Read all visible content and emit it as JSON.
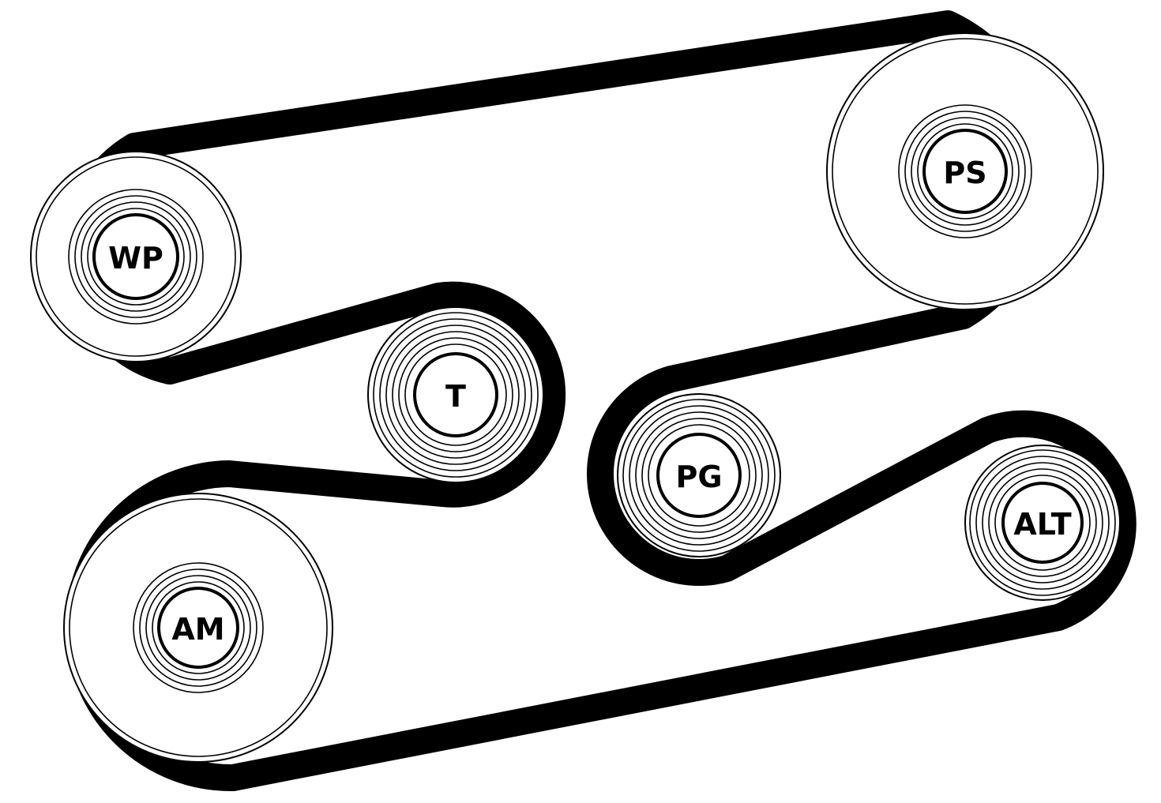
{
  "diagram": {
    "pulleys": [
      {
        "id": "wp",
        "label": "WP"
      },
      {
        "id": "ps",
        "label": "PS"
      },
      {
        "id": "t",
        "label": "T"
      },
      {
        "id": "pg",
        "label": "PG"
      },
      {
        "id": "alt",
        "label": "ALT"
      },
      {
        "id": "am",
        "label": "AM"
      }
    ],
    "colors": {
      "belt": "#000000",
      "pulley": "#ffffff",
      "line": "#000000"
    }
  }
}
